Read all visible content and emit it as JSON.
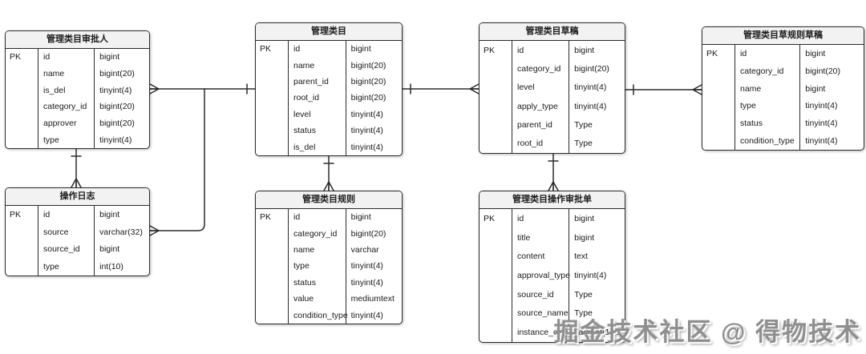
{
  "diagram": {
    "colors": {
      "border": "#2b2b2b",
      "title_bg": "#f2f2f2",
      "body_bg": "#ffffff",
      "text": "#1a1a1a",
      "watermark": "#8f8f8f"
    },
    "watermark": "掘金技术社区 @ 得物技术",
    "tables": [
      {
        "key": "approver",
        "title": "管理类目审批人",
        "pk_label": "PK",
        "rows": [
          {
            "field": "id",
            "type": "bigint"
          },
          {
            "field": "name",
            "type": "bigint(20)"
          },
          {
            "field": "is_del",
            "type": "tinyint(4)"
          },
          {
            "field": "category_id",
            "type": "bigint(20)"
          },
          {
            "field": "approver",
            "type": "bigint(20)"
          },
          {
            "field": "type",
            "type": "tinyint(4)"
          }
        ]
      },
      {
        "key": "op_log",
        "title": "操作日志",
        "pk_label": "PK",
        "rows": [
          {
            "field": "id",
            "type": "bigint"
          },
          {
            "field": "source",
            "type": "varchar(32)"
          },
          {
            "field": "source_id",
            "type": "bigint"
          },
          {
            "field": "type",
            "type": "int(10)"
          }
        ]
      },
      {
        "key": "category",
        "title": "管理类目",
        "pk_label": "PK",
        "rows": [
          {
            "field": "id",
            "type": "bigint"
          },
          {
            "field": "name",
            "type": "bigint(20)"
          },
          {
            "field": "parent_id",
            "type": "bigint(20)"
          },
          {
            "field": "root_id",
            "type": "bigint(20)"
          },
          {
            "field": "level",
            "type": "tinyint(4)"
          },
          {
            "field": "status",
            "type": "tinyint(4)"
          },
          {
            "field": "is_del",
            "type": "tinyint(4)"
          }
        ]
      },
      {
        "key": "rule",
        "title": "管理类目规则",
        "pk_label": "PK",
        "rows": [
          {
            "field": "id",
            "type": "bigint"
          },
          {
            "field": "category_id",
            "type": "bigint(20)"
          },
          {
            "field": "name",
            "type": "varchar"
          },
          {
            "field": "type",
            "type": "tinyint(4)"
          },
          {
            "field": "status",
            "type": "tinyint(4)"
          },
          {
            "field": "value",
            "type": "mediumtext"
          },
          {
            "field": "condition_type",
            "type": "tinyint(4)"
          }
        ]
      },
      {
        "key": "draft",
        "title": "管理类目草稿",
        "pk_label": "PK",
        "rows": [
          {
            "field": "id",
            "type": "bigint"
          },
          {
            "field": "category_id",
            "type": "bigint(20)"
          },
          {
            "field": "level",
            "type": "tinyint(4)"
          },
          {
            "field": "apply_type",
            "type": "tinyint(4)"
          },
          {
            "field": "parent_id",
            "type": "Type"
          },
          {
            "field": "root_id",
            "type": "Type"
          }
        ]
      },
      {
        "key": "approval_form",
        "title": "管理类目操作审批单",
        "pk_label": "PK",
        "rows": [
          {
            "field": "id",
            "type": "bigint"
          },
          {
            "field": "title",
            "type": "bigint"
          },
          {
            "field": "content",
            "type": "text"
          },
          {
            "field": "approval_type",
            "type": "tinyint(4)"
          },
          {
            "field": "source_id",
            "type": "Type"
          },
          {
            "field": "source_name",
            "type": "Type"
          },
          {
            "field": "instance_code",
            "type": "varchar(128)"
          }
        ]
      },
      {
        "key": "rule_draft",
        "title": "管理类目草规则草稿",
        "pk_label": "PK",
        "rows": [
          {
            "field": "id",
            "type": "bigint"
          },
          {
            "field": "category_id",
            "type": "bigint(20)"
          },
          {
            "field": "name",
            "type": "bigint"
          },
          {
            "field": "type",
            "type": "tinyint(4)"
          },
          {
            "field": "status",
            "type": "tinyint(4)"
          },
          {
            "field": "condition_type",
            "type": "tinyint(4)"
          }
        ]
      }
    ]
  }
}
